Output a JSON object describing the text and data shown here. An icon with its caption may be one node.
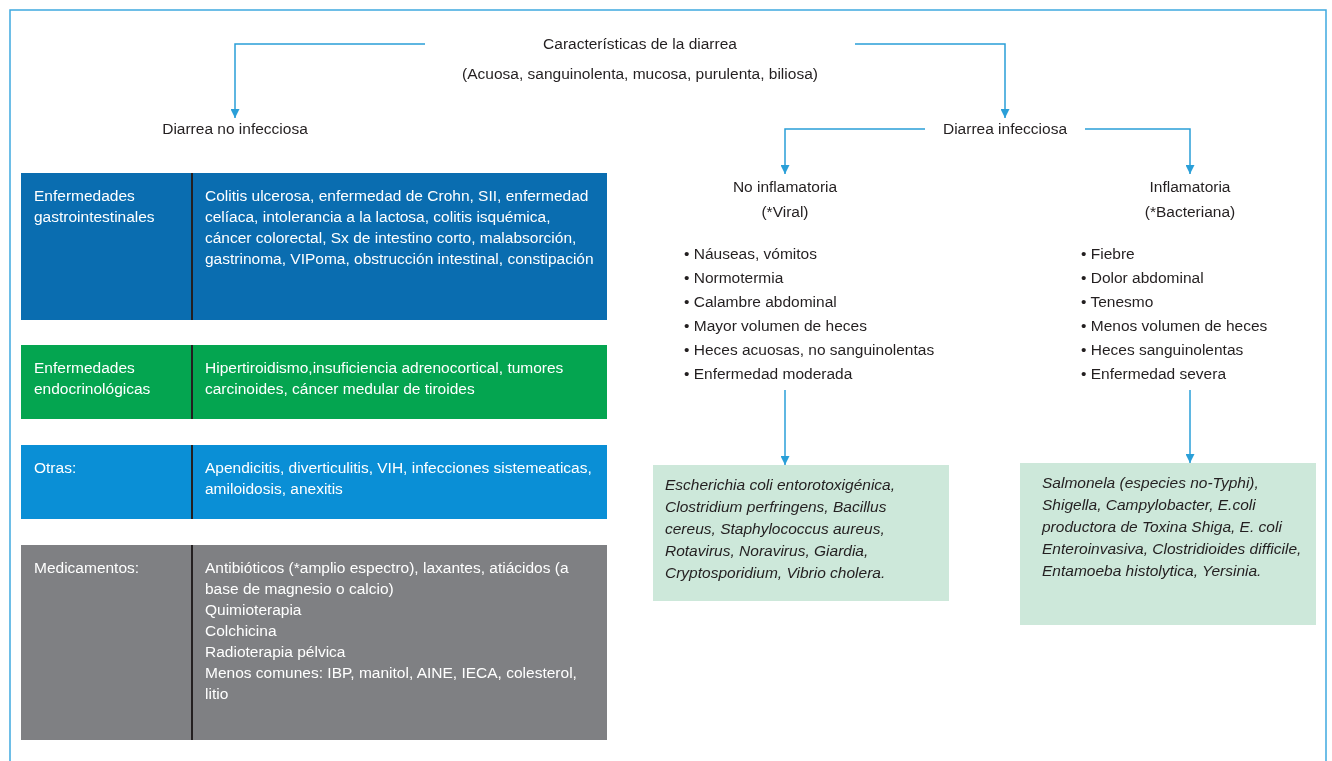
{
  "diagram": {
    "nodes": [
      {
        "text": [
          "Características de la diarrea",
          "(Acuosa, sanguinolenta, mucosa, purulenta, biliosa)"
        ]
      },
      {
        "text": [
          "Diarrea no infecciosa"
        ]
      },
      {
        "text": [
          "Diarrea infecciosa"
        ]
      },
      {
        "text": [
          "No inflamatoria (*Viral)",
          "• Náuseas, vómitos",
          "• Normotermia",
          "• Calambre abdominal",
          "• Mayor volumen de heces",
          "• Heces acuosas, no sanguinolentas",
          "• Enfermedad moderada"
        ]
      },
      {
        "text": [
          "Escherichia coli entorotoxigénica, Clostridium perfringens, Bacillus cereus, Staphylococcus aureus, Rotavirus, Noravirus, Giardia, Cryptosporidium, Vibrio cholera."
        ]
      },
      {
        "text": [
          "Inflamatoria (*Bacteriana)",
          "• Fiebre",
          "• Dolor abdominal",
          "• Tenesmo",
          "• Menos volumen de heces",
          "• Heces sanguinolentas",
          "• Enfermedad severa"
        ]
      },
      {
        "text": [
          "Salmonela (especies no-Typhi), Shigella, Campylobacter, E.coli productora de Toxina Shiga, E. coli Enteroinvasiva, Clostridioides difficile, Entamoeba histolytica, Yersinia."
        ]
      },
      {
        "text": [
          "Enfermedades gastrointestinales",
          "Colitis ulcerosa, enfermedad de Crohn, SII, enfermedad celíaca, intolerancia a la lactosa, colitis isquémica, cáncer colorectal, Sx de intestino corto, malabsorción, gastrinoma, VIPoma, obstrucción intestinal, constipación"
        ]
      },
      {
        "text": [
          "Enfermedades endocrinológicas",
          "Hipertiroidismo,insuficiencia adrenocortical, tumores carcinoides, cáncer medular de tiroides"
        ]
      },
      {
        "text": [
          "Otras:",
          "Apendicitis, diverticulitis, VIH, infecciones sistemeaticas, amiloidosis, anexitis"
        ]
      },
      {
        "text": [
          "Medicamentos:",
          "Antibióticos (*amplio espectro), laxantes, atiácidos (a base de magnesio o calcio)",
          "Quimioterapia",
          "Colchicina",
          "Radioterapia pélvica",
          "Menos comunes: IBP, manitol, AINE, IECA, colesterol, litio"
        ]
      }
    ],
    "edges": [
      {
        "from": 0,
        "to": 1,
        "arrow": "to"
      },
      {
        "from": 0,
        "to": 2,
        "arrow": "to"
      },
      {
        "from": 2,
        "to": 3,
        "arrow": "to"
      },
      {
        "from": 2,
        "to": 5,
        "arrow": "to"
      },
      {
        "from": 3,
        "to": 4,
        "arrow": "to"
      },
      {
        "from": 5,
        "to": 6,
        "arrow": "to"
      }
    ]
  }
}
